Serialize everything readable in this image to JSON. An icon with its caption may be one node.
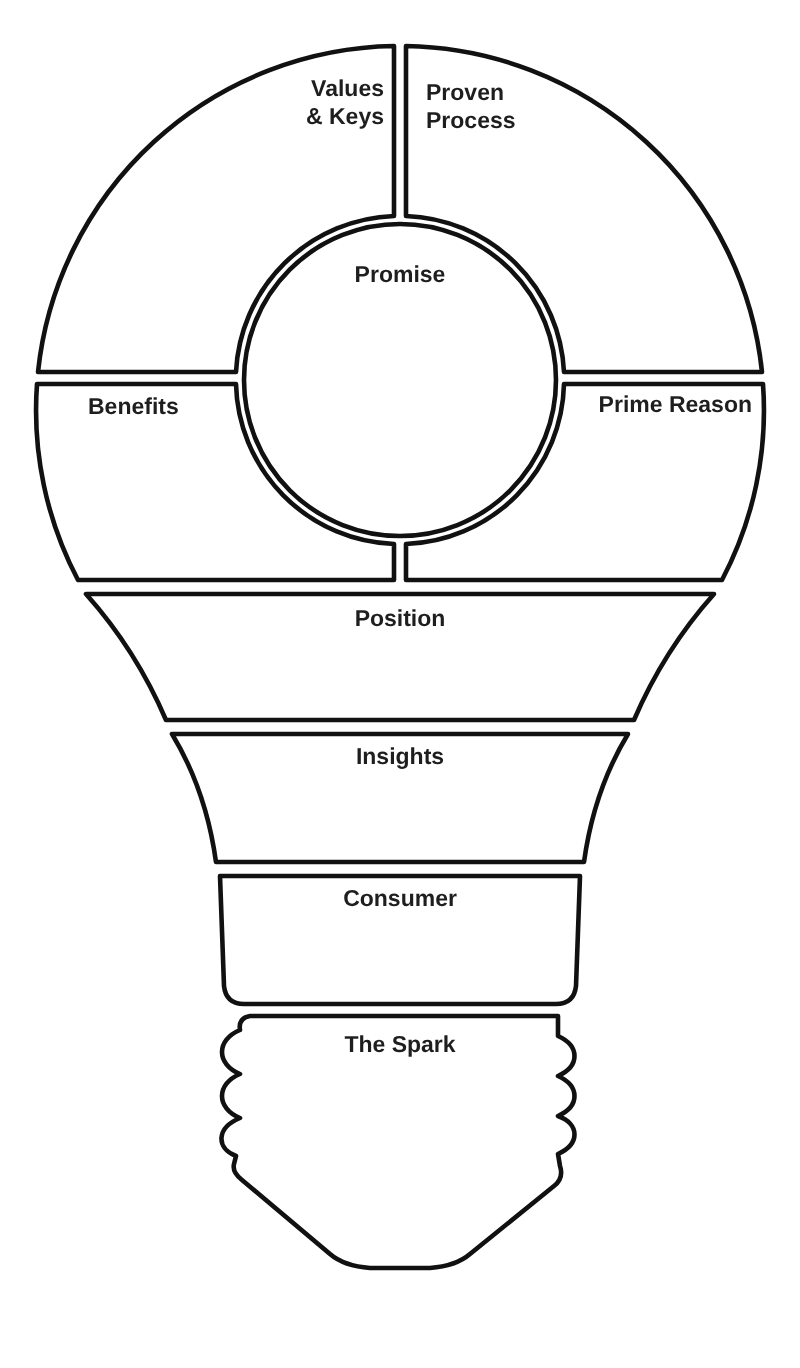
{
  "diagram": {
    "nodes": [
      {
        "text": [
          "Values & Keys"
        ]
      },
      {
        "text": [
          "Proven Process"
        ]
      },
      {
        "text": [
          "Promise"
        ]
      },
      {
        "text": [
          "Benefits"
        ]
      },
      {
        "text": [
          "Prime Reason"
        ]
      },
      {
        "text": [
          "Position"
        ]
      },
      {
        "text": [
          "Insights"
        ]
      },
      {
        "text": [
          "Consumer"
        ]
      },
      {
        "text": [
          "The Spark"
        ]
      }
    ]
  }
}
